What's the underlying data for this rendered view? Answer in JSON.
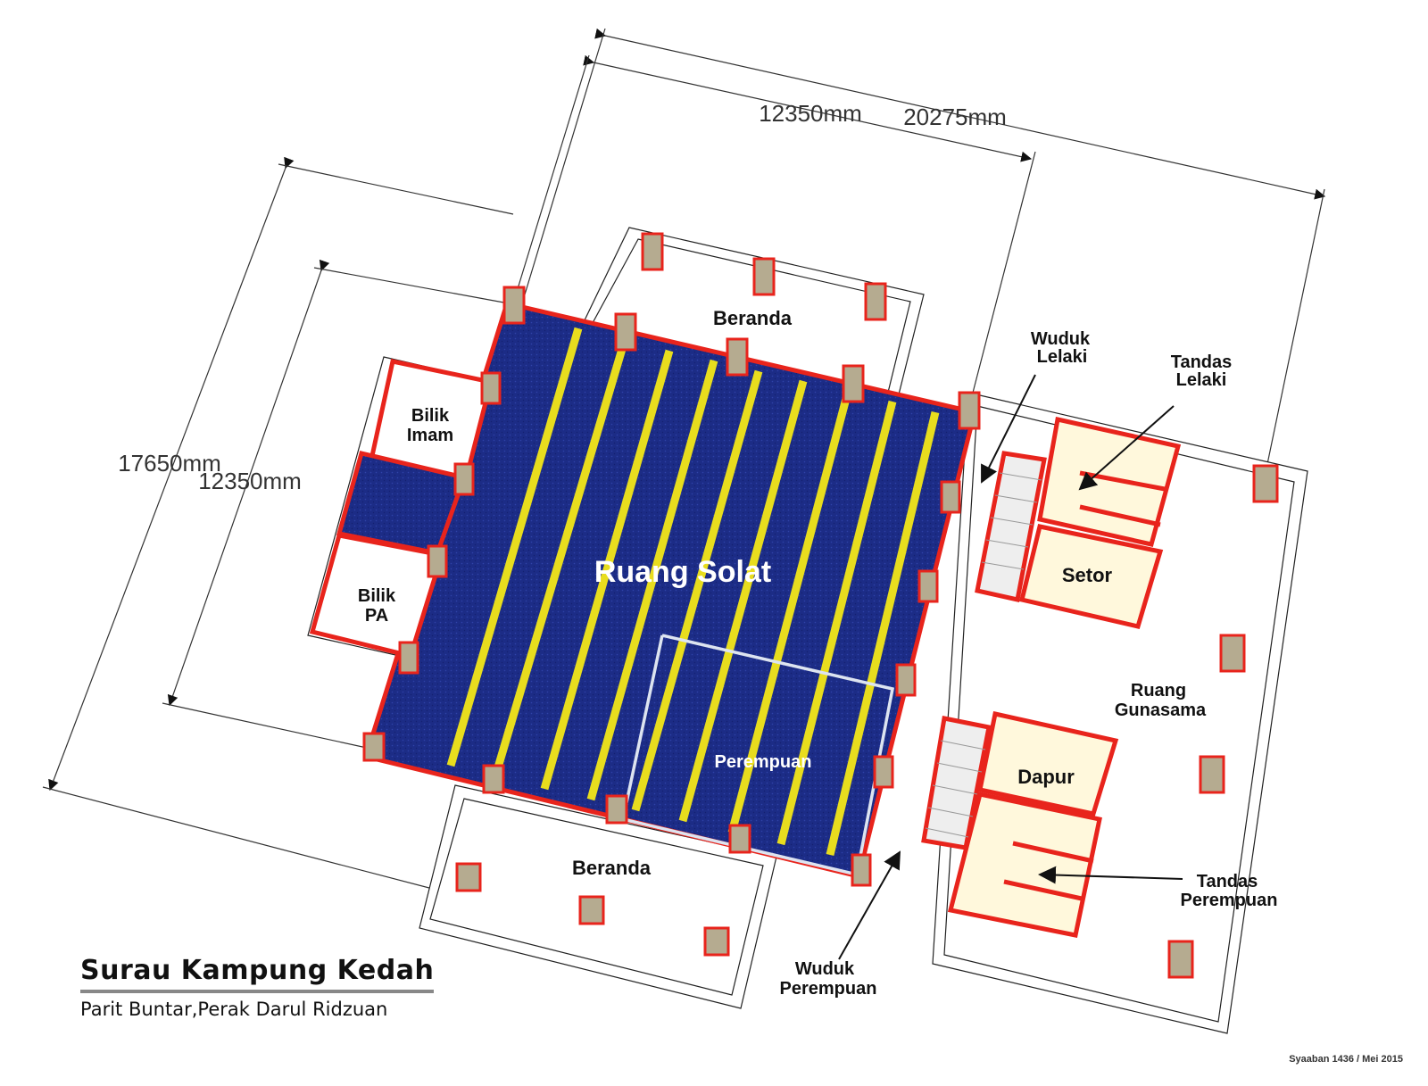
{
  "labels": {
    "ruang_solat": "Ruang Solat",
    "perempuan": "Perempuan",
    "beranda_top": "Beranda",
    "beranda_bottom": "Beranda",
    "bilik_imam": [
      "Bilik",
      "Imam"
    ],
    "bilik_pa": [
      "Bilik",
      "PA"
    ],
    "wuduk_lelaki": [
      "Wuduk",
      "Lelaki"
    ],
    "tandas_lelaki": [
      "Tandas",
      "Lelaki"
    ],
    "setor": "Setor",
    "ruang_gunasama": [
      "Ruang",
      "Gunasama"
    ],
    "dapur": "Dapur",
    "tandas_perempuan": [
      "Tandas",
      "Perempuan"
    ],
    "wuduk_perempuan": [
      "Wuduk",
      "Perempuan"
    ]
  },
  "dimensions": {
    "top_inner": "12350mm",
    "top_outer": "20275mm",
    "left_outer": "17650mm",
    "left_inner": "12350mm"
  },
  "title": "Surau Kampung Kedah",
  "subtitle": "Parit Buntar,Perak Darul Ridzuan",
  "date": "Syaaban 1436 / Mei 2015",
  "colors": {
    "carpet": "#1c2c86",
    "stripe": "#e8dd1e",
    "wall": "#e8241c",
    "column": "#b5ab90",
    "floor": "#fff8dc",
    "line": "#222222"
  }
}
